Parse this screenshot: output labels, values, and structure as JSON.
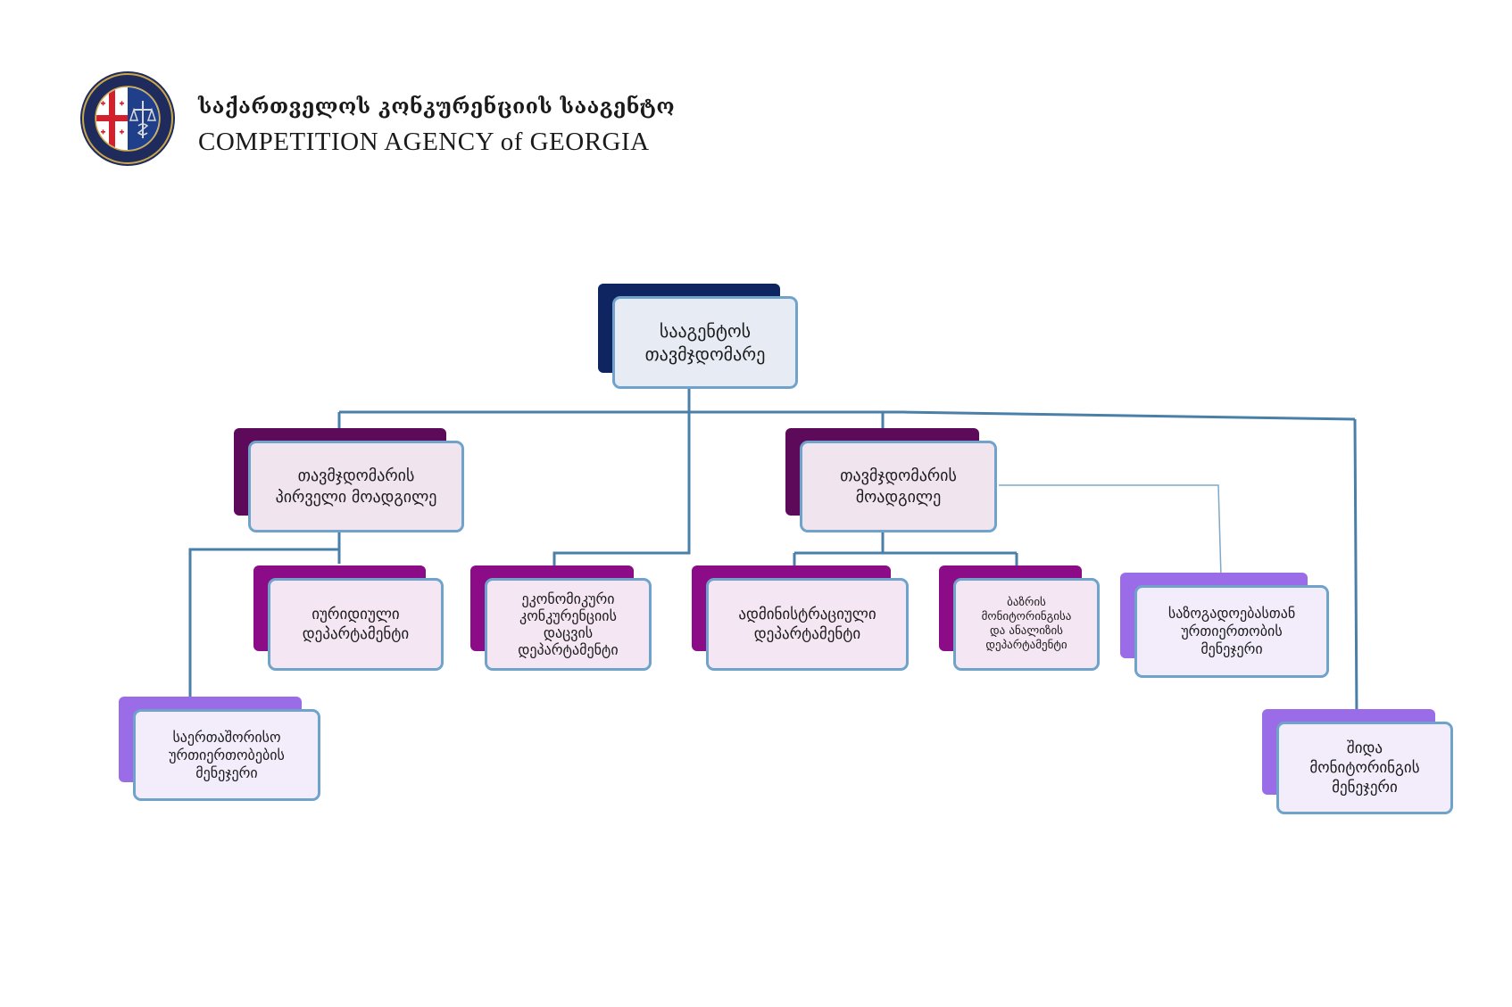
{
  "header": {
    "org_name_geo": "საქართველოს კონკურენციის სააგენტო",
    "org_name_en": "COMPETITION  AGENCY of GEORGIA"
  },
  "colors": {
    "connector": "#4a7fa8",
    "chair_accent": "#0f2561",
    "deputy_accent": "#5e0a5a",
    "department_accent": "#8c0b87",
    "manager_accent": "#9a6ce8",
    "card_border": "#6fa3cc"
  },
  "org_chart": {
    "chair": "სააგენტოს\nთავმჯდომარე",
    "first_deputy": "თავმჯდომარის\nპირველი მოადგილე",
    "deputy": "თავმჯდომარის\nმოადგილე",
    "legal_department": "იურიდიული\nდეპარტამენტი",
    "economic_department": "ეკონომიკური\nკონკურენციის\nდაცვის\nდეპარტამენტი",
    "administrative_department": "ადმინისტრაციული\nდეპარტამენტი",
    "market_monitoring_department": "ბაზრის\nმონიტორინგისა\nდა ანალიზის\nდეპარტამენტი",
    "public_relations_manager": "საზოგადოებასთან\nურთიერთობის\nმენეჯერი",
    "international_relations_manager": "საერთაშორისო\nურთიერთობების\nმენეჯერი",
    "internal_monitoring_manager": "შიდა\nმონიტორინგის\nმენეჯერი"
  }
}
